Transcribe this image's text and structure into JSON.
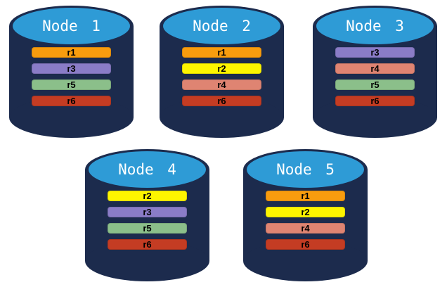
{
  "colors": {
    "cylinder_body": "#1C2B4D",
    "cylinder_top_face": "#2E9BD6",
    "bar_text": "#000000",
    "title_text": "#FFFFFF",
    "background": "#FFFFFF"
  },
  "replica_colors": {
    "r1": "#F89C0E",
    "r2": "#FDF500",
    "r3": "#8A7CC7",
    "r4": "#DF8472",
    "r5": "#8BBF8A",
    "r6": "#C43C23"
  },
  "nodes": [
    {
      "label": "Node 1",
      "replicas": [
        "r1",
        "r3",
        "r5",
        "r6"
      ]
    },
    {
      "label": "Node 2",
      "replicas": [
        "r1",
        "r2",
        "r4",
        "r6"
      ]
    },
    {
      "label": "Node 3",
      "replicas": [
        "r3",
        "r4",
        "r5",
        "r6"
      ]
    },
    {
      "label": "Node 4",
      "replicas": [
        "r2",
        "r3",
        "r5",
        "r6"
      ]
    },
    {
      "label": "Node 5",
      "replicas": [
        "r1",
        "r2",
        "r4",
        "r6"
      ]
    }
  ]
}
